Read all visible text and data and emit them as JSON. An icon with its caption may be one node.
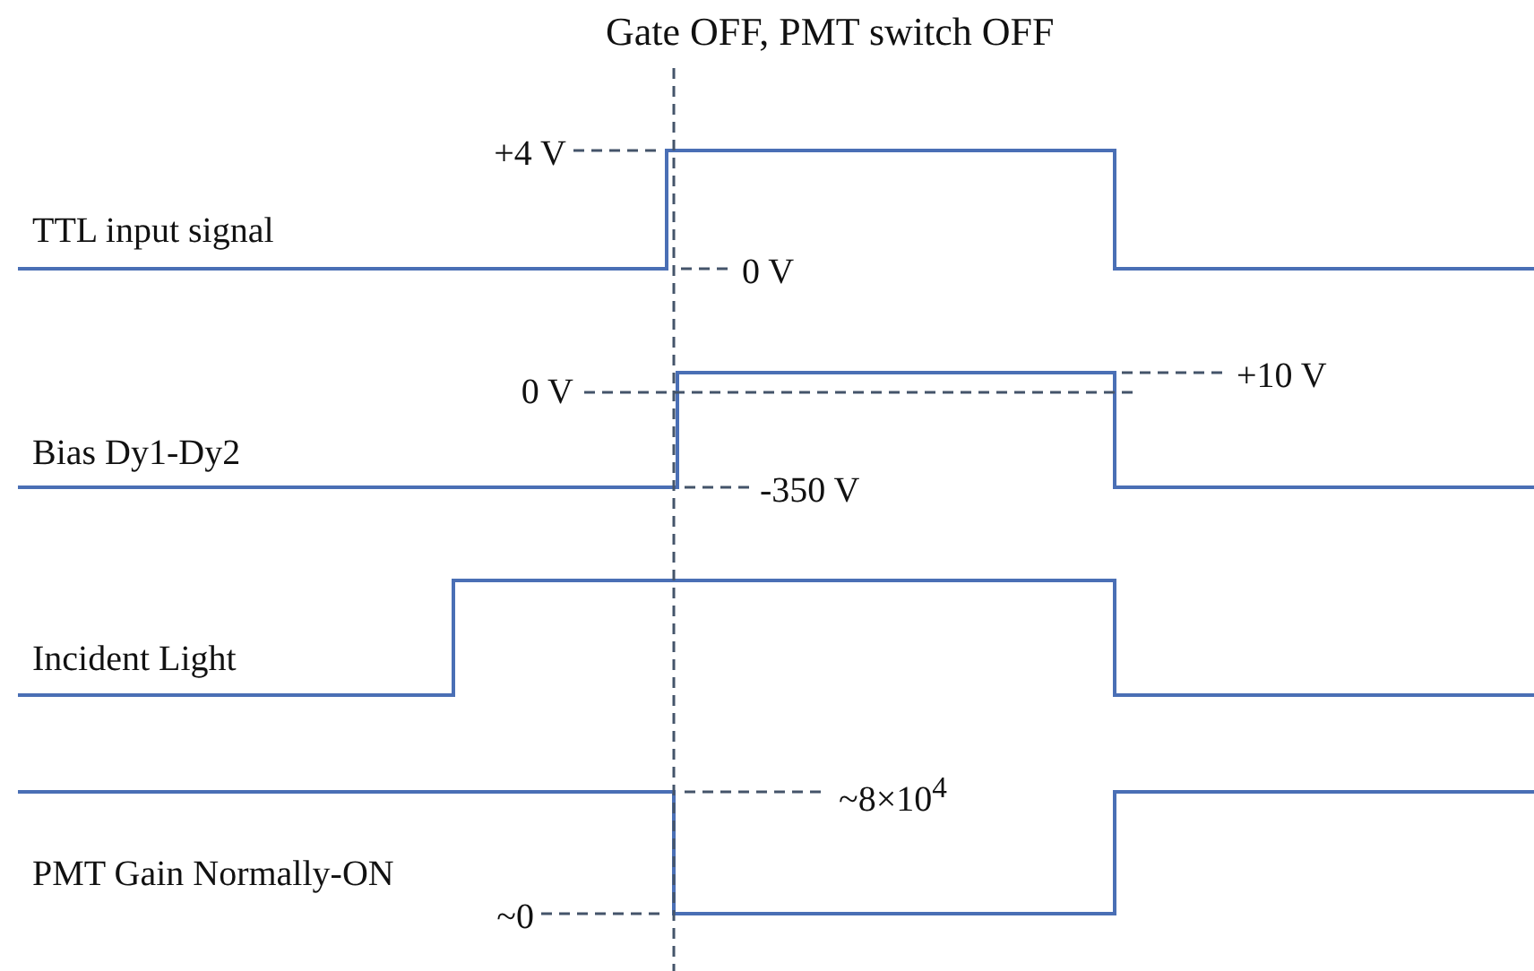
{
  "diagram": {
    "title": "Gate OFF, PMT switch OFF",
    "labels": [
      "+4 V",
      "TTL input signal",
      "0 V",
      "+10 V",
      "0 V",
      "Bias Dy1-Dy2",
      "-350 V",
      "Incident Light",
      "~8×10$^{4}$",
      "PMT Gain Normally-ON",
      "~0"
    ]
  }
}
